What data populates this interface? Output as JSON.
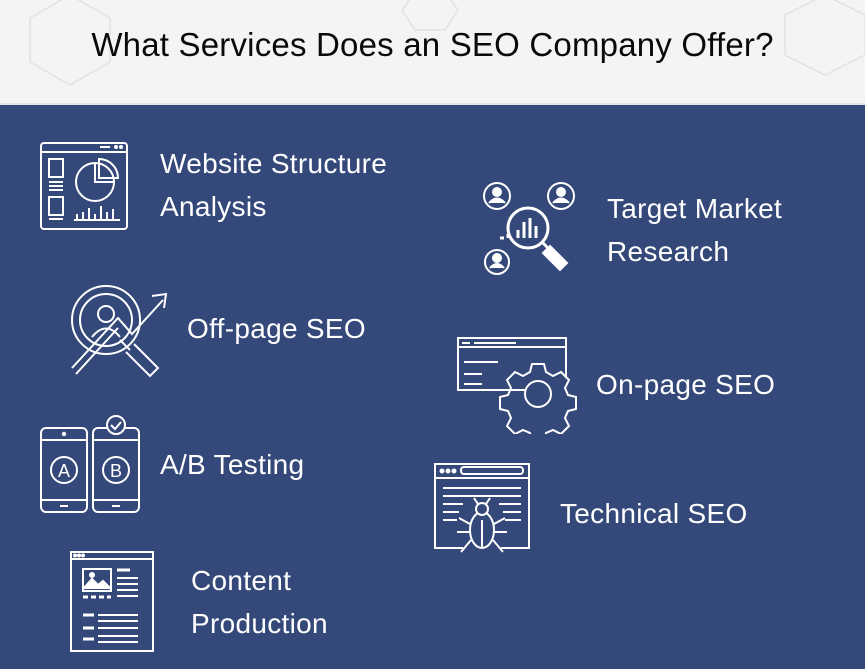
{
  "header": {
    "title": "What Services Does an SEO Company Offer?"
  },
  "services": [
    {
      "line1": "Website Structure",
      "line2": "Analysis",
      "icon": "website-analytics-icon"
    },
    {
      "line1": "Target Market",
      "line2": "Research",
      "icon": "market-research-icon"
    },
    {
      "line1": "Off-page SEO",
      "icon": "target-growth-icon"
    },
    {
      "line1": "On-page SEO",
      "icon": "page-settings-icon"
    },
    {
      "line1": "A/B Testing",
      "icon": "ab-phones-icon"
    },
    {
      "line1": "Technical SEO",
      "icon": "bug-browser-icon"
    },
    {
      "line1": "Content",
      "line2": "Production",
      "icon": "content-page-icon"
    }
  ],
  "colors": {
    "background": "#34487a",
    "header": "#f4f4f4",
    "icon": "#ffffff"
  }
}
